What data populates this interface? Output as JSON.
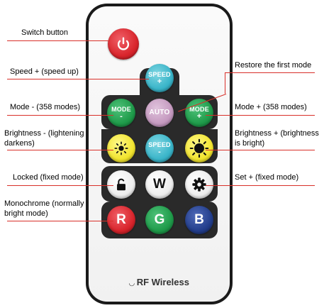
{
  "labels": {
    "switch": "Switch button",
    "speed_up": "Speed + (speed up)",
    "restore": "Restore the first mode",
    "mode_minus": "Mode - (358 modes)",
    "mode_plus": "Mode + (358 modes)",
    "brightness_minus_1": "Brightness - (lightening",
    "brightness_minus_2": "darkens)",
    "brightness_plus_1": "Brightness + (brightness",
    "brightness_plus_2": "is bright)",
    "locked": "Locked (fixed mode)",
    "set_plus": "Set + (fixed mode)",
    "mono_1": "Monochrome (normally",
    "mono_2": "bright mode)"
  },
  "buttons": {
    "speed_up_top": "SPEED",
    "speed_up_sym": "+",
    "mode_minus_top": "MODE",
    "mode_minus_sym": "-",
    "auto": "AUTO",
    "mode_plus_top": "MODE",
    "mode_plus_sym": "+",
    "speed_down_top": "SPEED",
    "speed_down_sym": "-",
    "white": "W",
    "red": "R",
    "green": "G",
    "blue": "B"
  },
  "footer": {
    "text": "RF Wireless"
  },
  "colors": {
    "power": "#d9252c",
    "speed": "#3ab5c9",
    "mode": "#1f9b4a",
    "auto": "#c59ac0",
    "brightness": "#f2e530",
    "red": "#d9252c",
    "green": "#1f9b4a",
    "blue": "#233e8c",
    "annotation_line": "#d9302a"
  }
}
